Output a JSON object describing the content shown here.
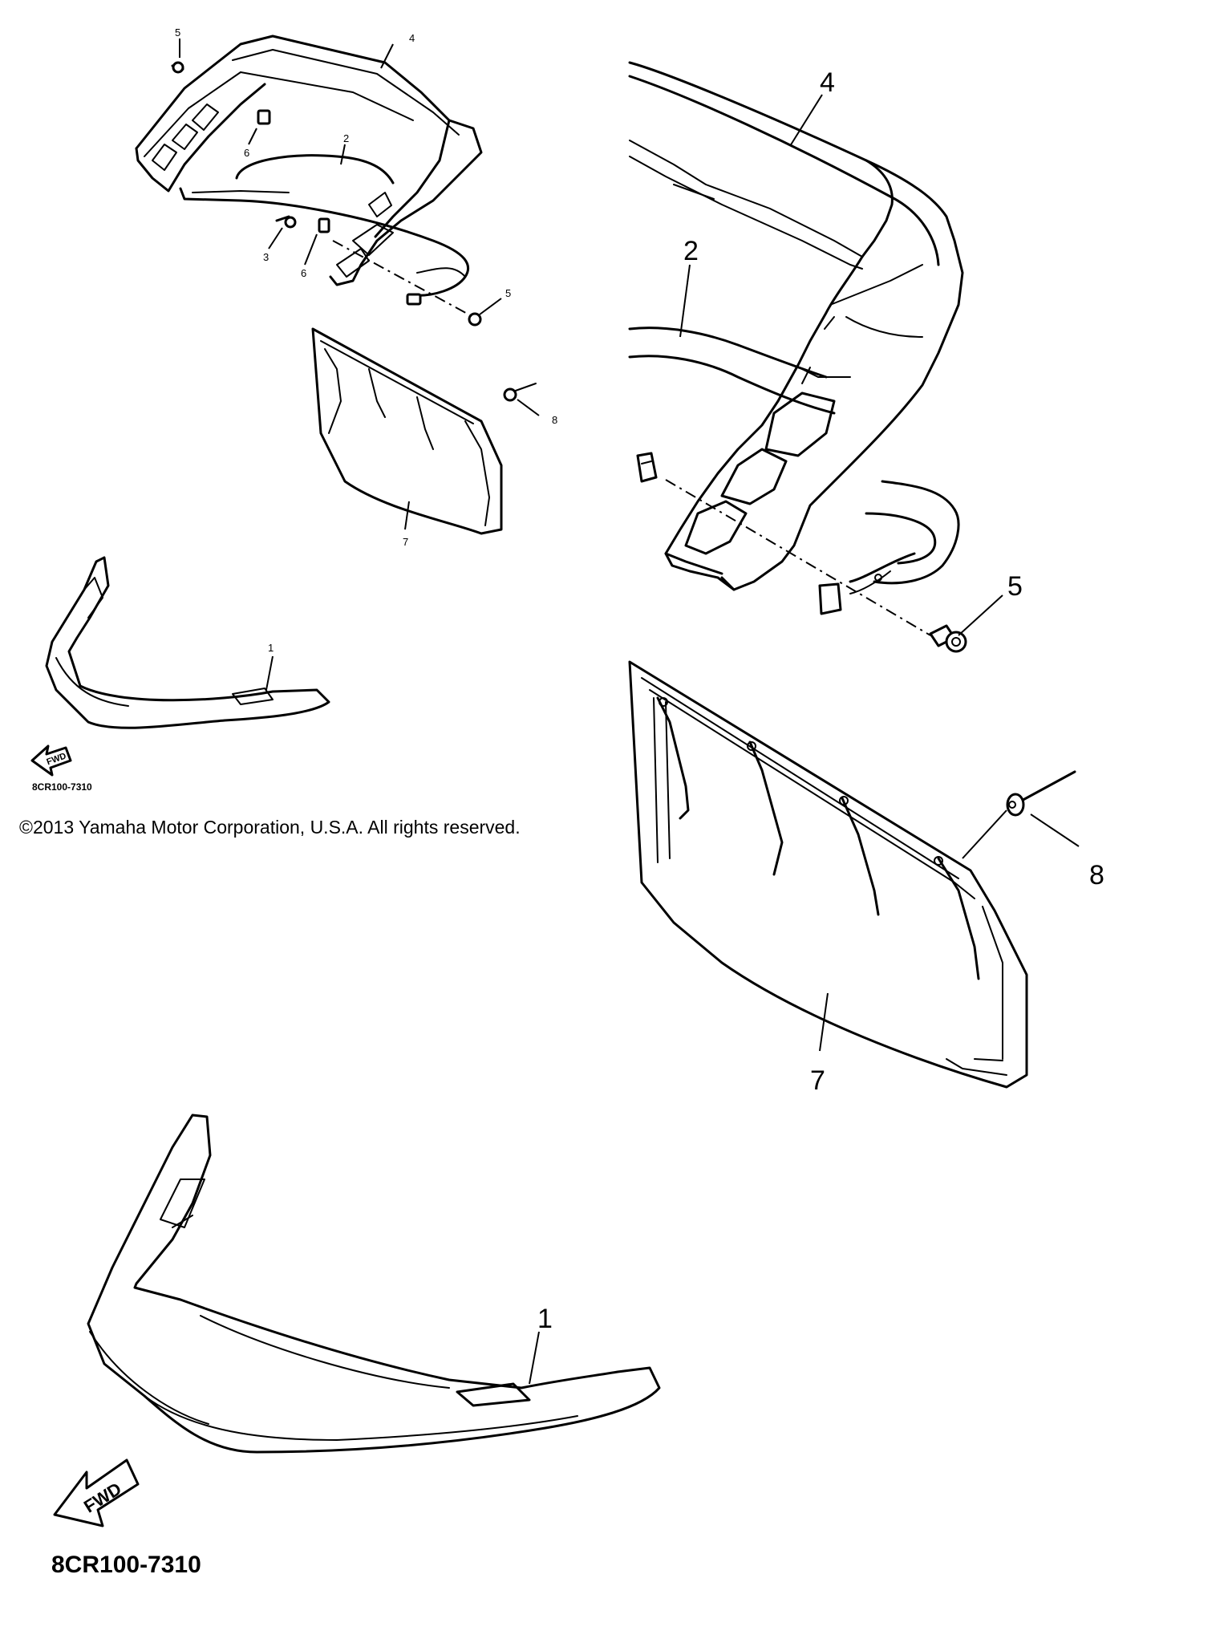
{
  "copyright": "©2013 Yamaha Motor Corporation, U.S.A. All rights reserved.",
  "diagram_code": "8CR100-7310",
  "fwd_label": "FWD",
  "callouts": {
    "p1": "1",
    "p2": "2",
    "p3": "3",
    "p4": "4",
    "p5": "5",
    "p6": "6",
    "p7": "7",
    "p8": "8"
  },
  "parts": [
    {
      "ref": "1",
      "icon": "front-bumper"
    },
    {
      "ref": "2",
      "icon": "bumper-bracket"
    },
    {
      "ref": "3",
      "icon": "bolt"
    },
    {
      "ref": "4",
      "icon": "rear-bumper-guard"
    },
    {
      "ref": "5",
      "icon": "bolt"
    },
    {
      "ref": "6",
      "icon": "clip-nut"
    },
    {
      "ref": "7",
      "icon": "snow-flap"
    },
    {
      "ref": "8",
      "icon": "rivet"
    }
  ]
}
